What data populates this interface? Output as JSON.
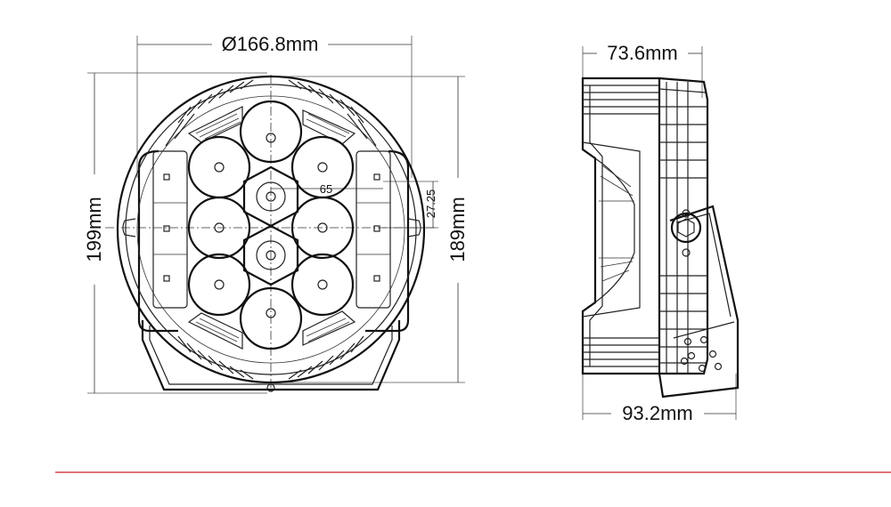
{
  "front_view": {
    "diameter_label": "Ø166.8mm",
    "height_outer_label": "199mm",
    "height_inner_label": "189mm",
    "center_label": "65",
    "offset_label": "27.25"
  },
  "side_view": {
    "depth_top_label": "73.6mm",
    "depth_bottom_label": "93.2mm"
  },
  "colors": {
    "line": "#111111",
    "accent_rule": "#d9434b"
  }
}
